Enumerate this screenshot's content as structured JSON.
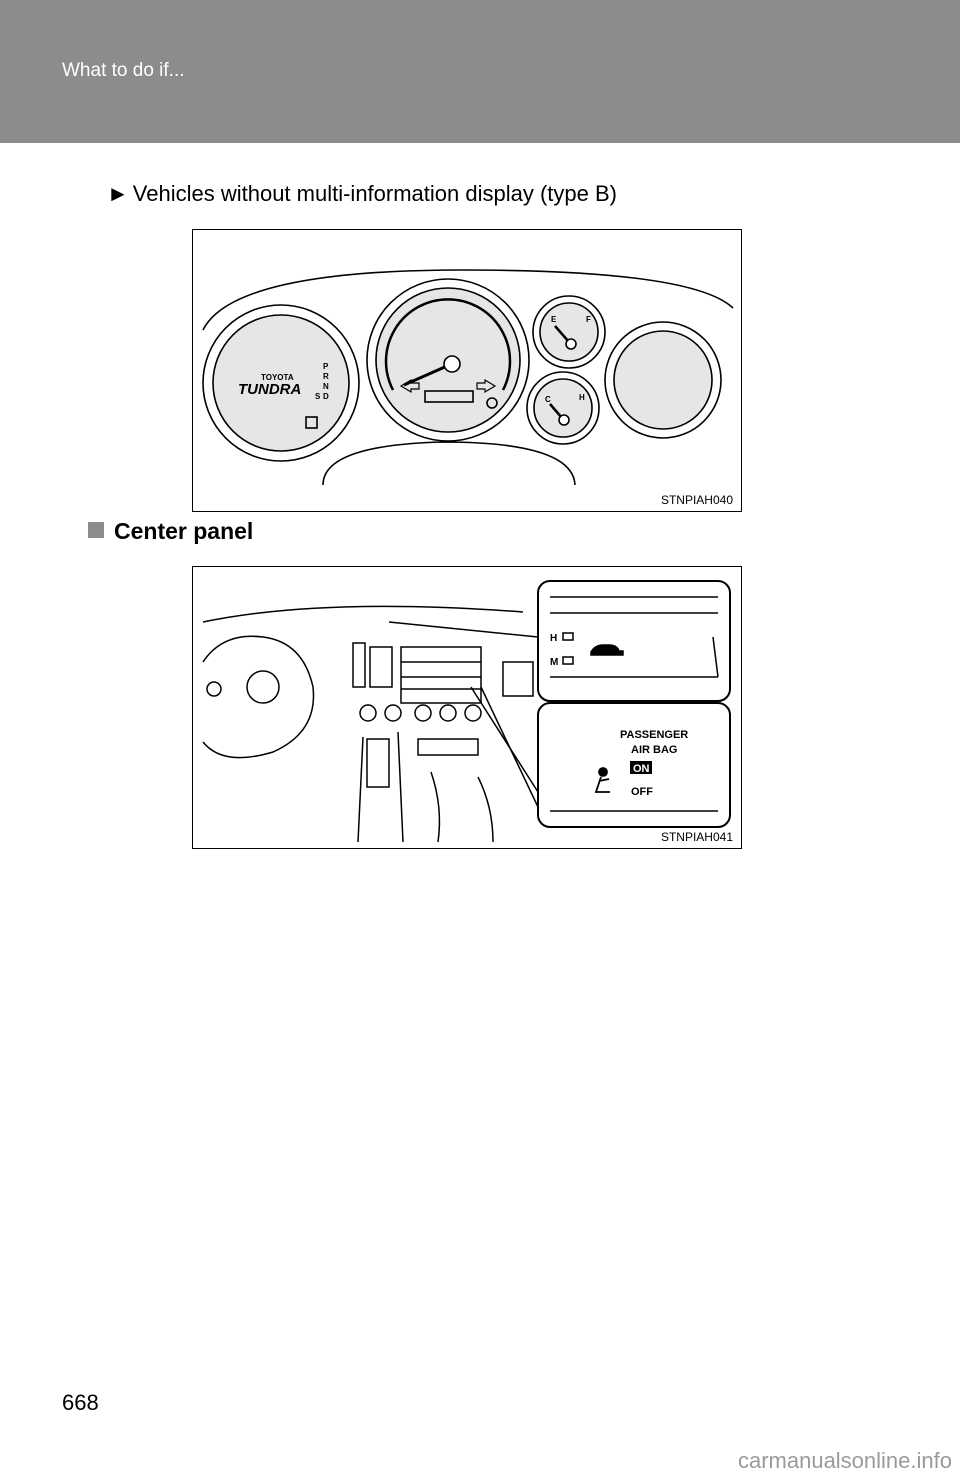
{
  "header": {
    "title": "What to do if..."
  },
  "subheading": {
    "marker": "►",
    "text": "Vehicles without multi-information display (type B)"
  },
  "figure1": {
    "code": "STNPIAH040",
    "brand": "TOYOTA",
    "model": "TUNDRA",
    "gear_letters": [
      "P",
      "R",
      "N",
      "D",
      "S"
    ],
    "fuel_gauge": {
      "empty": "E",
      "full": "F"
    },
    "temp_gauge": {
      "cold": "C",
      "hot": "H"
    }
  },
  "section": {
    "title": "Center panel"
  },
  "figure2": {
    "code": "STNPIAH041",
    "indicator_h": "H",
    "indicator_m": "M",
    "airbag_line1": "PASSENGER",
    "airbag_line2": "AIR BAG",
    "airbag_on": "ON",
    "airbag_off": "OFF"
  },
  "footer": {
    "page_number": "668",
    "watermark": "carmanualsonline.info"
  }
}
